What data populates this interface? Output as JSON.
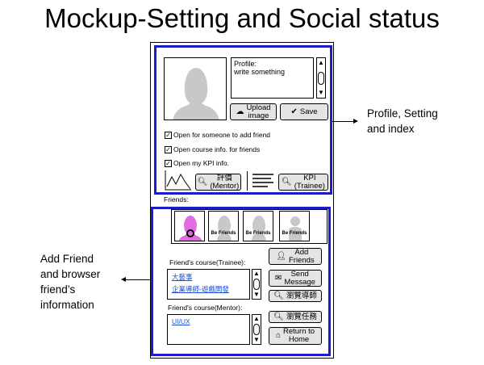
{
  "title": "Mockup-Setting and Social status",
  "profile": {
    "text_label": "Profile:",
    "text_value": "write something",
    "upload_label": "Upload\nimage",
    "save_label": "Save"
  },
  "settings": {
    "options": [
      {
        "label": "Open for someone to add friend",
        "checked": true
      },
      {
        "label": "Open course info. for friends",
        "checked": true
      },
      {
        "label": "Open my KPI info.",
        "checked": true
      }
    ]
  },
  "index": {
    "mentor_eval_label": "評價\n(Mentor)",
    "kpi_label": "KPI\n(Trainee)"
  },
  "friends": {
    "section_label": "Friends:",
    "cards": [
      "Be Friends",
      "Be Friends",
      "Be Friends"
    ],
    "trainee_course_label": "Friend's course(Trainee):",
    "trainee_courses": [
      "大藝事",
      "企業導師-遊戲開發"
    ],
    "mentor_course_label": "Friend's course(Mentor):",
    "mentor_courses": [
      "UI/UX"
    ],
    "add_friends_label": "Add\nFriends",
    "send_message_label": "Send\nMessage",
    "browse_mentor_label": "瀏覽導師",
    "browse_tasks_label": "瀏覽任務",
    "return_home_label": "Return to\nHome"
  },
  "annotations": {
    "profile_setting": "Profile, Setting\nand index",
    "add_friend": "Add Friend\nand browser\nfriend’s\ninformation"
  },
  "icons": [
    "cloud-upload-icon",
    "check-icon",
    "magnifier-icon",
    "line-chart-icon",
    "bar-list-icon",
    "add-person-icon",
    "envelope-icon",
    "home-icon"
  ],
  "colors": {
    "frame_blue": "#1c1cc8",
    "link_blue": "#1a4fd6",
    "button_gray": "#e4e4e4",
    "avatar_gray": "#c8c8c8",
    "highlight_pink": "#e26be2"
  }
}
